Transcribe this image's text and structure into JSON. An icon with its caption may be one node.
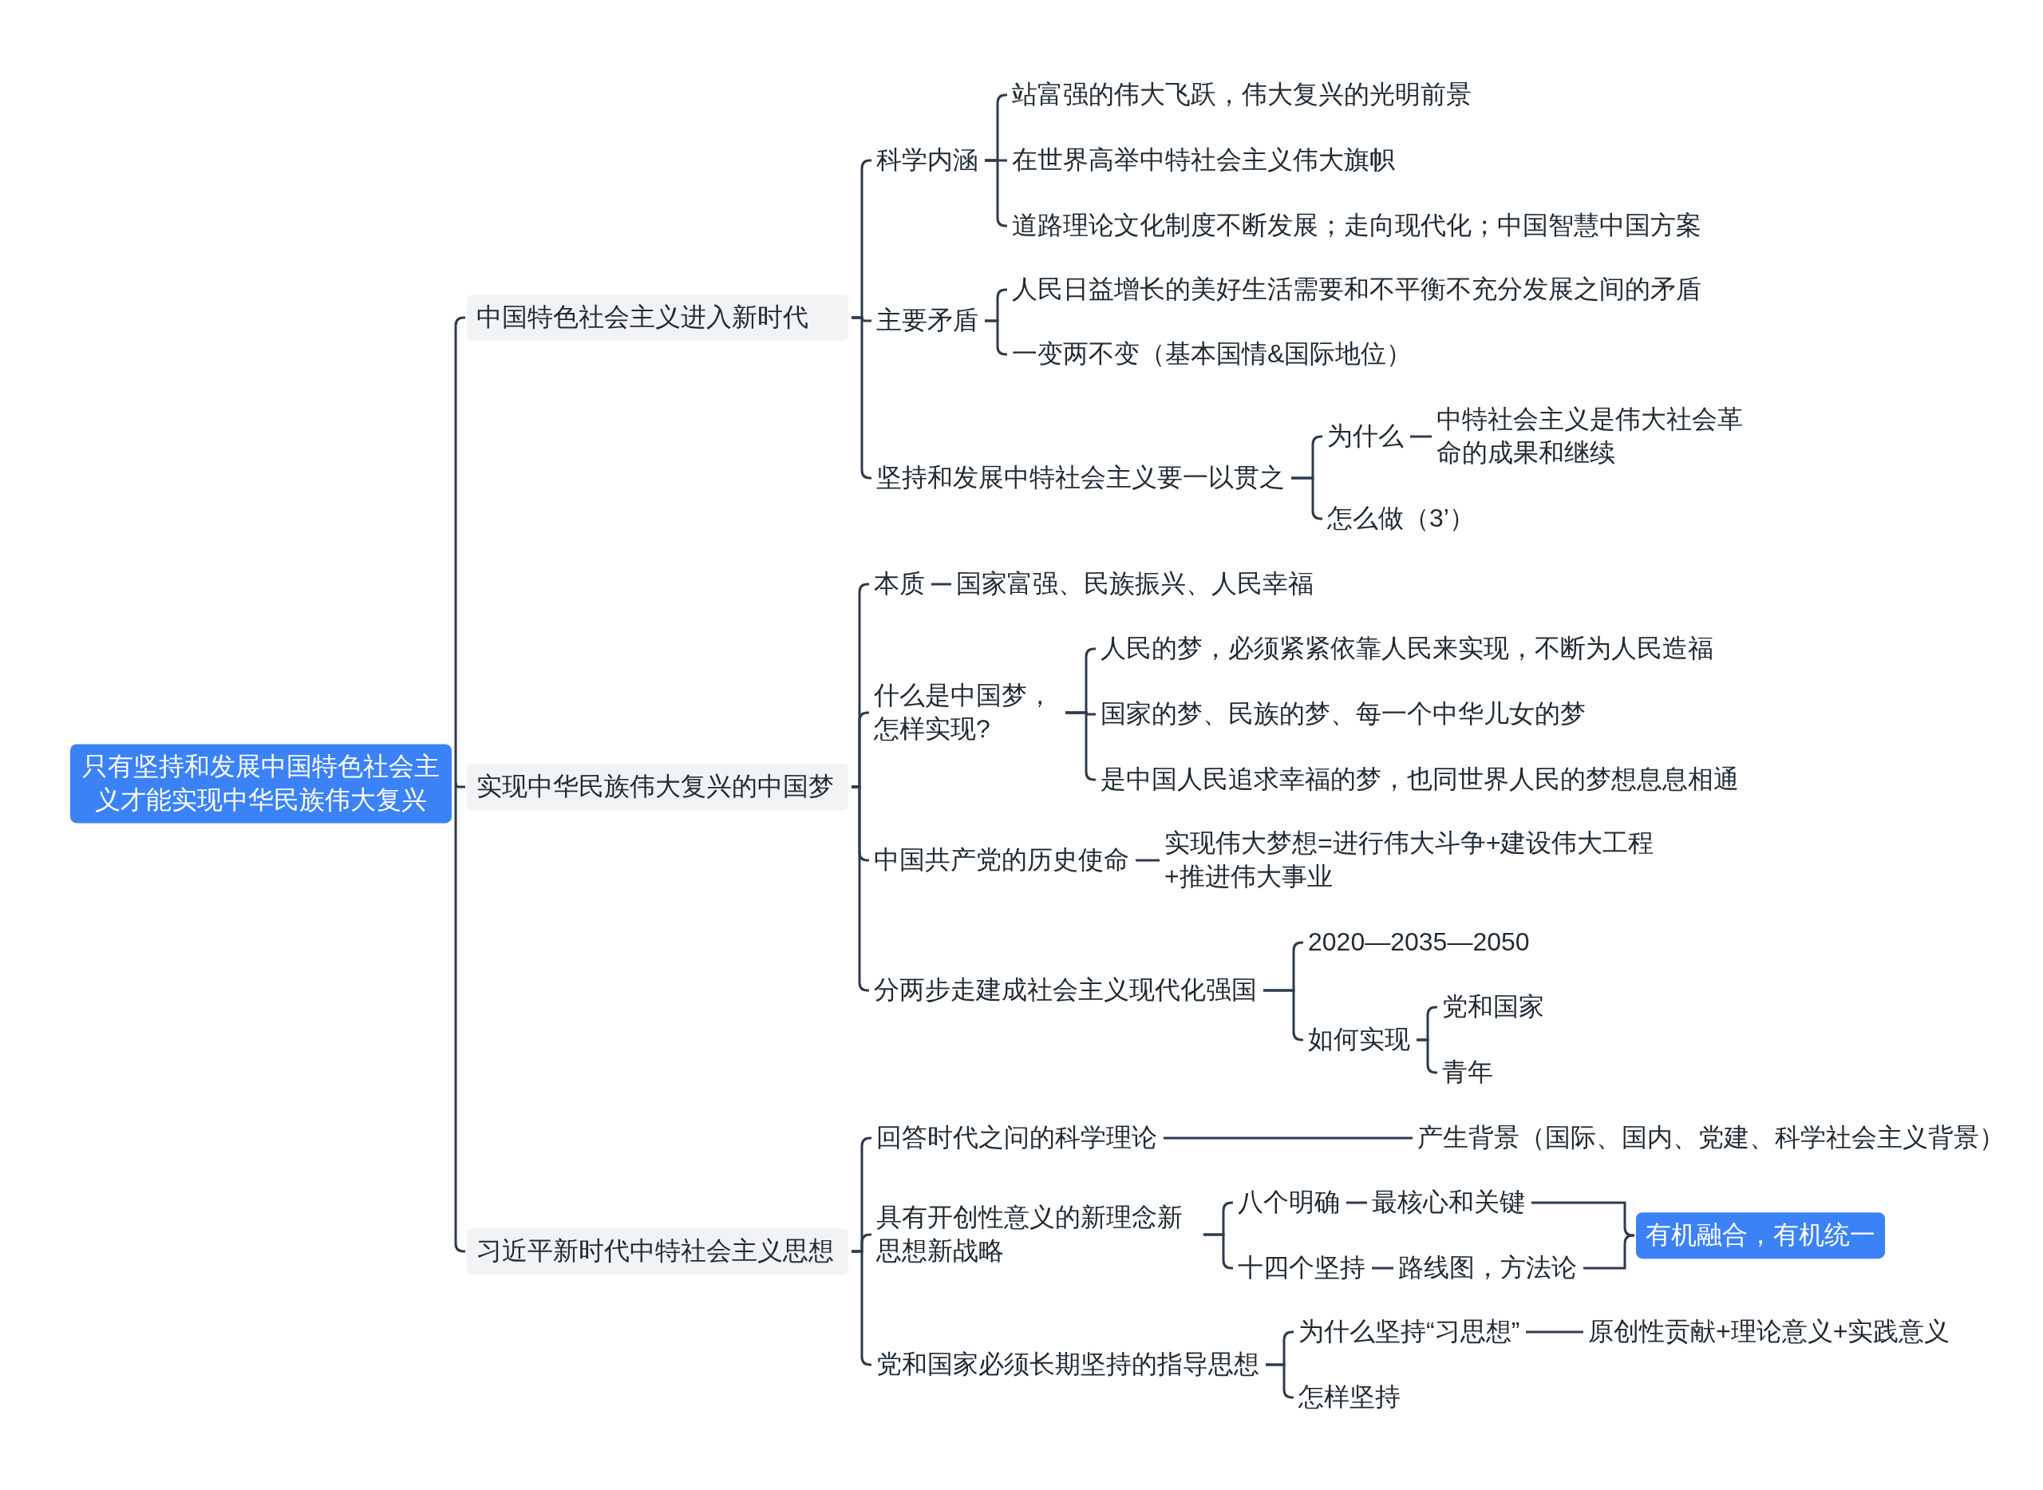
{
  "diagram": {
    "nodes": [
      {
        "text": [
          "只有坚持和发展中国特色社会主义才能实现中华民族伟大复兴"
        ]
      },
      {
        "text": [
          "中国特色社会主义进入新时代"
        ]
      },
      {
        "text": [
          "实现中华民族伟大复兴的中国梦"
        ]
      },
      {
        "text": [
          "习近平新时代中特社会主义思想"
        ]
      },
      {
        "text": [
          "科学内涵"
        ]
      },
      {
        "text": [
          "站富强的伟大飞跃，伟大复兴的光明前景"
        ]
      },
      {
        "text": [
          "在世界高举中特社会主义伟大旗帜"
        ]
      },
      {
        "text": [
          "道路理论文化制度不断发展；走向现代化；中国智慧中国方案"
        ]
      },
      {
        "text": [
          "主要矛盾"
        ]
      },
      {
        "text": [
          "人民日益增长的美好生活需要和不平衡不充分发展之间的矛盾"
        ]
      },
      {
        "text": [
          "一变两不变（基本国情&国际地位）"
        ]
      },
      {
        "text": [
          "坚持和发展中特社会主义要一以贯之"
        ]
      },
      {
        "text": [
          "为什么"
        ]
      },
      {
        "text": [
          "中特社会主义是伟大社会革命的成果和继续"
        ]
      },
      {
        "text": [
          "怎么做（3’）"
        ]
      },
      {
        "text": [
          "本质"
        ]
      },
      {
        "text": [
          "国家富强、民族振兴、人民幸福"
        ]
      },
      {
        "text": [
          "什么是中国梦，怎样实现?"
        ]
      },
      {
        "text": [
          "人民的梦，必须紧紧依靠人民来实现，不断为人民造福"
        ]
      },
      {
        "text": [
          "国家的梦、民族的梦、每一个中华儿女的梦"
        ]
      },
      {
        "text": [
          "是中国人民追求幸福的梦，也同世界人民的梦想息息相通"
        ]
      },
      {
        "text": [
          "中国共产党的历史使命"
        ]
      },
      {
        "text": [
          "实现伟大梦想=进行伟大斗争+建设伟大工程+推进伟大事业"
        ]
      },
      {
        "text": [
          "分两步走建成社会主义现代化强国"
        ]
      },
      {
        "text": [
          "2020—2035—2050"
        ]
      },
      {
        "text": [
          "如何实现"
        ]
      },
      {
        "text": [
          "党和国家"
        ]
      },
      {
        "text": [
          "青年"
        ]
      },
      {
        "text": [
          "回答时代之问的科学理论"
        ]
      },
      {
        "text": [
          "产生背景（国际、国内、党建、科学社会主义背景）"
        ]
      },
      {
        "text": [
          "具有开创性意义的新理念新思想新战略"
        ]
      },
      {
        "text": [
          "八个明确"
        ]
      },
      {
        "text": [
          "最核心和关键"
        ]
      },
      {
        "text": [
          "十四个坚持"
        ]
      },
      {
        "text": [
          "路线图，方法论"
        ]
      },
      {
        "text": [
          "有机融合，有机统一"
        ]
      },
      {
        "text": [
          "党和国家必须长期坚持的指导思想"
        ]
      },
      {
        "text": [
          "为什么坚持“习思想”"
        ]
      },
      {
        "text": [
          "原创性贡献+理论意义+实践意义"
        ]
      },
      {
        "text": [
          "怎样坚持"
        ]
      }
    ],
    "edges": [
      {
        "from": 0,
        "to": 1,
        "arrow": "none"
      },
      {
        "from": 0,
        "to": 2,
        "arrow": "none"
      },
      {
        "from": 0,
        "to": 3,
        "arrow": "none"
      },
      {
        "from": 1,
        "to": 4,
        "arrow": "none"
      },
      {
        "from": 1,
        "to": 8,
        "arrow": "none"
      },
      {
        "from": 1,
        "to": 11,
        "arrow": "none"
      },
      {
        "from": 4,
        "to": 5,
        "arrow": "none"
      },
      {
        "from": 4,
        "to": 6,
        "arrow": "none"
      },
      {
        "from": 4,
        "to": 7,
        "arrow": "none"
      },
      {
        "from": 8,
        "to": 9,
        "arrow": "none"
      },
      {
        "from": 8,
        "to": 10,
        "arrow": "none"
      },
      {
        "from": 11,
        "to": 12,
        "arrow": "none"
      },
      {
        "from": 11,
        "to": 14,
        "arrow": "none"
      },
      {
        "from": 12,
        "to": 13,
        "arrow": "none"
      },
      {
        "from": 2,
        "to": 15,
        "arrow": "none"
      },
      {
        "from": 2,
        "to": 17,
        "arrow": "none"
      },
      {
        "from": 2,
        "to": 21,
        "arrow": "none"
      },
      {
        "from": 2,
        "to": 23,
        "arrow": "none"
      },
      {
        "from": 15,
        "to": 16,
        "arrow": "none"
      },
      {
        "from": 17,
        "to": 18,
        "arrow": "none"
      },
      {
        "from": 17,
        "to": 19,
        "arrow": "none"
      },
      {
        "from": 17,
        "to": 20,
        "arrow": "none"
      },
      {
        "from": 21,
        "to": 22,
        "arrow": "none"
      },
      {
        "from": 23,
        "to": 24,
        "arrow": "none"
      },
      {
        "from": 23,
        "to": 25,
        "arrow": "none"
      },
      {
        "from": 25,
        "to": 26,
        "arrow": "none"
      },
      {
        "from": 25,
        "to": 27,
        "arrow": "none"
      },
      {
        "from": 3,
        "to": 28,
        "arrow": "none"
      },
      {
        "from": 3,
        "to": 30,
        "arrow": "none"
      },
      {
        "from": 3,
        "to": 36,
        "arrow": "none"
      },
      {
        "from": 28,
        "to": 29,
        "arrow": "none"
      },
      {
        "from": 30,
        "to": 31,
        "arrow": "none"
      },
      {
        "from": 30,
        "to": 33,
        "arrow": "none"
      },
      {
        "from": 31,
        "to": 32,
        "arrow": "none"
      },
      {
        "from": 33,
        "to": 34,
        "arrow": "none"
      },
      {
        "from": 32,
        "to": 35,
        "arrow": "none"
      },
      {
        "from": 34,
        "to": 35,
        "arrow": "none"
      },
      {
        "from": 36,
        "to": 37,
        "arrow": "none"
      },
      {
        "from": 36,
        "to": 39,
        "arrow": "none"
      },
      {
        "from": 37,
        "to": 38,
        "arrow": "none"
      }
    ]
  }
}
